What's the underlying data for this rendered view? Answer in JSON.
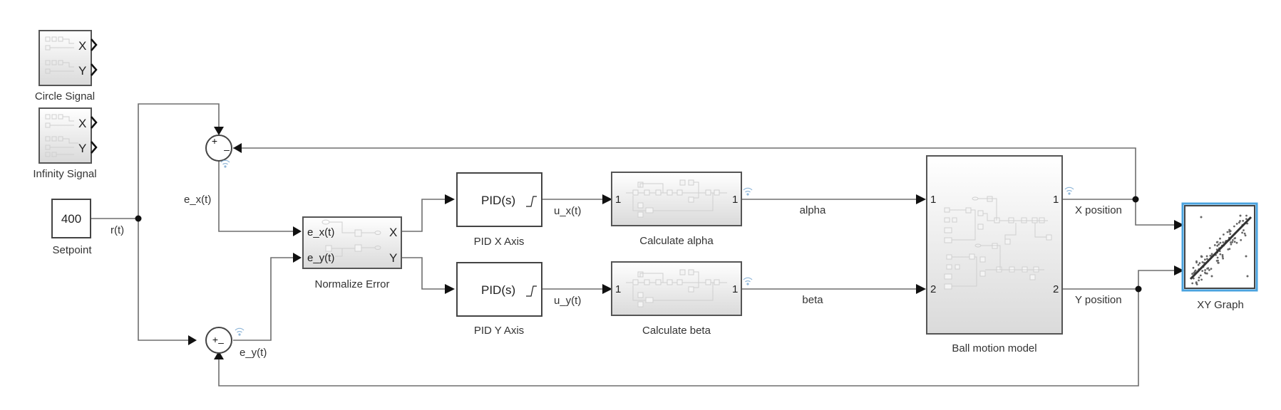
{
  "diagram": {
    "type": "simulink-block-diagram",
    "blocks": {
      "circle_signal": {
        "label": "Circle Signal",
        "ports": [
          "X",
          "Y"
        ]
      },
      "infinity_signal": {
        "label": "Infinity Signal",
        "ports": [
          "X",
          "Y"
        ]
      },
      "setpoint": {
        "label": "Setpoint",
        "value": "400"
      },
      "sum_x": {
        "signs": [
          "+",
          "–"
        ]
      },
      "sum_y": {
        "signs": [
          "+",
          "–"
        ]
      },
      "normalize_error": {
        "label": "Normalize Error",
        "inputs": [
          "e_x(t)",
          "e_y(t)"
        ],
        "outputs": [
          "X",
          "Y"
        ]
      },
      "pid_x": {
        "label": "PID X Axis",
        "text": "PID(s)"
      },
      "pid_y": {
        "label": "PID Y Axis",
        "text": "PID(s)"
      },
      "calc_alpha": {
        "label": "Calculate alpha",
        "in_port": "1",
        "out_port": "1"
      },
      "calc_beta": {
        "label": "Calculate beta",
        "in_port": "1",
        "out_port": "1"
      },
      "ball_motion": {
        "label": "Ball motion model",
        "inputs": [
          "1",
          "2"
        ],
        "outputs": [
          "1",
          "2"
        ]
      },
      "xy_graph": {
        "label": "XY Graph"
      }
    },
    "signals": {
      "r": "r(t)",
      "ex": "e_x(t)",
      "ey": "e_y(t)",
      "ux": "u_x(t)",
      "uy": "u_y(t)",
      "alpha": "alpha",
      "beta": "beta",
      "xpos": "X position",
      "ypos": "Y position"
    },
    "colors": {
      "wire": "#6e6e6e",
      "selection": "#4aa3df",
      "logged_signal": "#8fb6d8"
    }
  }
}
